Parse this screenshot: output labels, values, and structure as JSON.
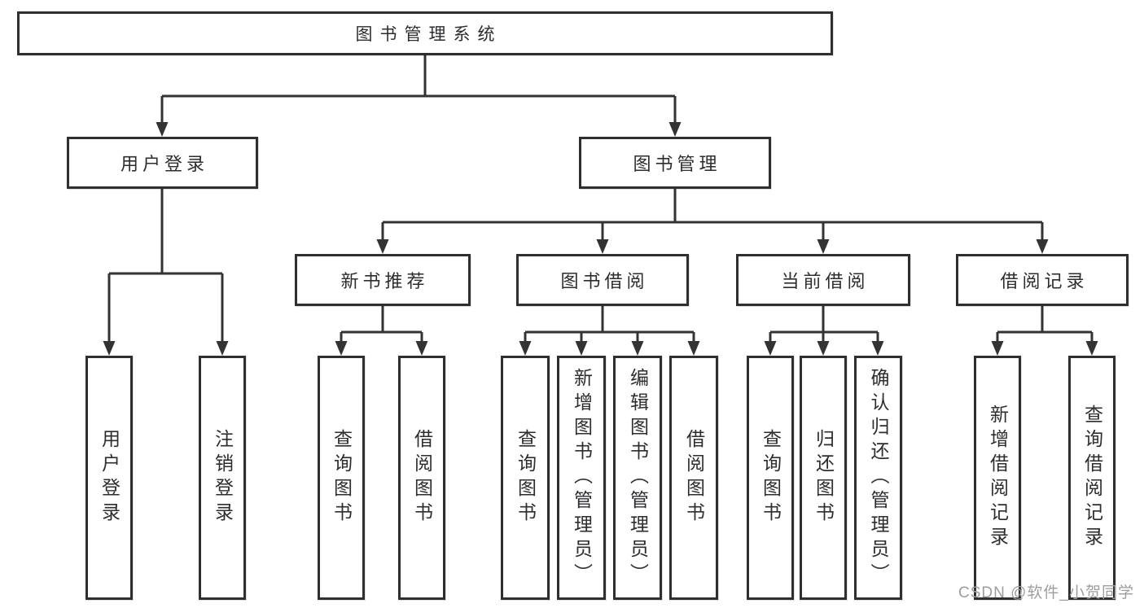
{
  "diagram": {
    "title": "图书管理系统",
    "branches": [
      {
        "label": "用户登录",
        "children": [
          "用户登录",
          "注销登录"
        ]
      },
      {
        "label": "图书管理",
        "children": [
          {
            "label": "新书推荐",
            "children": [
              "查询图书",
              "借阅图书"
            ]
          },
          {
            "label": "图书借阅",
            "children": [
              "查询图书",
              "新增图书（管理员）",
              "编辑图书（管理员）",
              "借阅图书"
            ]
          },
          {
            "label": "当前借阅",
            "children": [
              "查询图书",
              "归还图书",
              "确认归还（管理员）"
            ]
          },
          {
            "label": "借阅记录",
            "children": [
              "新增借阅记录",
              "查询借阅记录"
            ]
          }
        ]
      }
    ]
  },
  "watermark": "CSDN @软件_小贺同学",
  "colors": {
    "line": "#333333",
    "box_border": "#2f2f31",
    "text": "#2d2d30",
    "watermark": "#9d9d9d",
    "background": "#ffffff"
  }
}
